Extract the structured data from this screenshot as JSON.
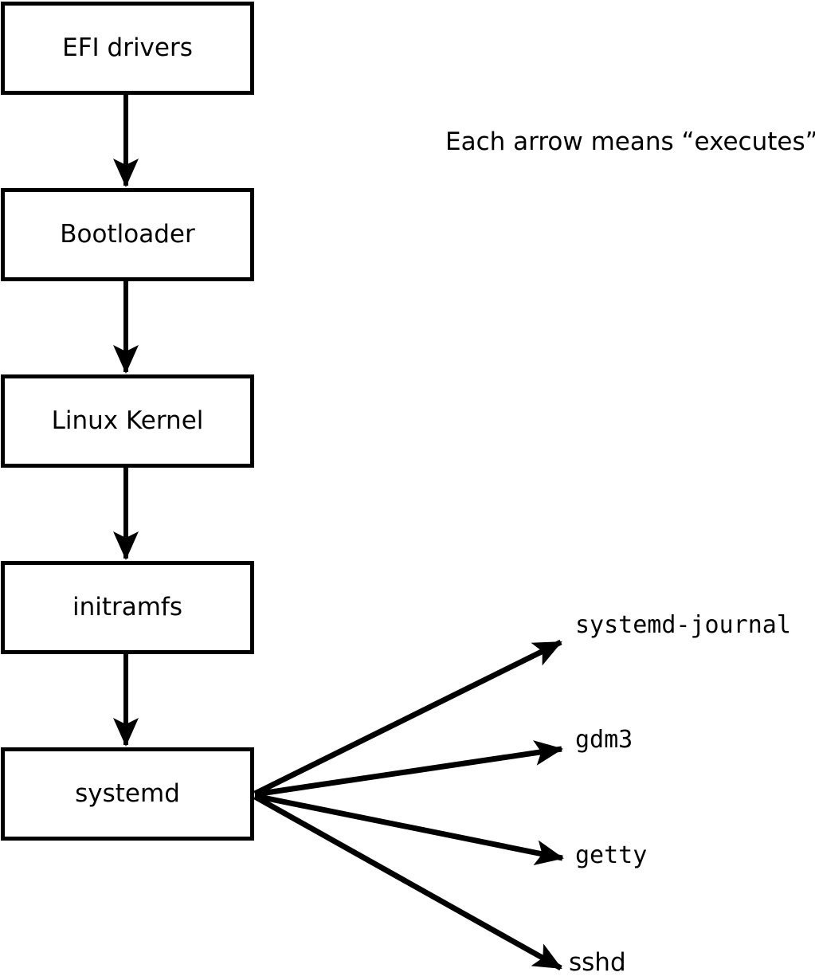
{
  "diagram": {
    "note": "Each arrow means “executes”.",
    "arrow_meaning": "executes",
    "boot_chain": [
      {
        "label": "EFI drivers"
      },
      {
        "label": "Bootloader"
      },
      {
        "label": "Linux Kernel"
      },
      {
        "label": "initramfs"
      },
      {
        "label": "systemd"
      }
    ],
    "spawned_processes": [
      {
        "label": "systemd-journal"
      },
      {
        "label": "gdm3"
      },
      {
        "label": "getty"
      },
      {
        "label": "sshd"
      }
    ],
    "edges": [
      {
        "from": "EFI drivers",
        "to": "Bootloader",
        "meaning": "executes"
      },
      {
        "from": "Bootloader",
        "to": "Linux Kernel",
        "meaning": "executes"
      },
      {
        "from": "Linux Kernel",
        "to": "initramfs",
        "meaning": "executes"
      },
      {
        "from": "initramfs",
        "to": "systemd",
        "meaning": "executes"
      },
      {
        "from": "systemd",
        "to": "systemd-journal",
        "meaning": "executes"
      },
      {
        "from": "systemd",
        "to": "gdm3",
        "meaning": "executes"
      },
      {
        "from": "systemd",
        "to": "getty",
        "meaning": "executes"
      },
      {
        "from": "systemd",
        "to": "sshd",
        "meaning": "executes"
      }
    ],
    "colors": {
      "line": "#000000",
      "text": "#000000",
      "box_border": "#000000",
      "box_fill": "#ffffff",
      "background": "#ffffff"
    }
  }
}
